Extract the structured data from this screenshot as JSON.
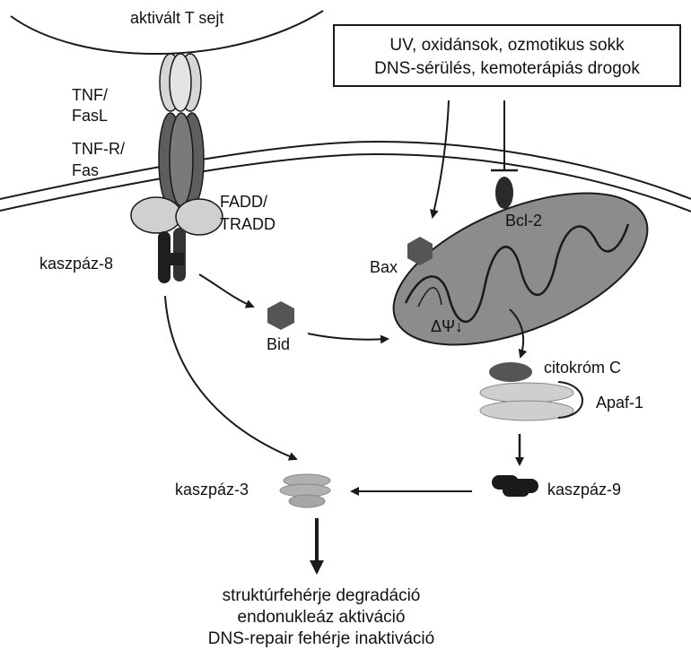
{
  "labels": {
    "t_cell": "aktivált T sejt",
    "stimuli_line1": "UV, oxidánsok, ozmotikus sokk",
    "stimuli_line2": "DNS-sérülés, kemoterápiás drogok",
    "tnf_fasl_1": "TNF/",
    "tnf_fasl_2": "FasL",
    "tnfr_fas_1": "TNF-R/",
    "tnfr_fas_2": "Fas",
    "fadd_tradd_1": "FADD/",
    "fadd_tradd_2": "TRADD",
    "caspase8": "kaszpáz-8",
    "bid": "Bid",
    "bax": "Bax",
    "bcl2": "Bcl-2",
    "delta_psi": "ΔΨ↓",
    "cytochrome_c": "citokróm C",
    "apaf1": "Apaf-1",
    "caspase9": "kaszpáz-9",
    "caspase3": "kaszpáz-3",
    "outcome_1": "struktúrfehérje degradáció",
    "outcome_2": "endonukleáz aktiváció",
    "outcome_3": "DNS-repair fehérje inaktiváció"
  },
  "colors": {
    "background": "#ffffff",
    "line": "#1a1a1a",
    "ligand": "#d6d6d6",
    "receptor": "#6e6e6e",
    "adaptor": "#d0d0d0",
    "caspase8": "#1e1e1e",
    "mitochondrion": "#8c8c8c",
    "bid_bax": "#555555",
    "cytochrome": "#555555",
    "apaf": "#cfcfcf",
    "caspase9": "#1a1a1a",
    "caspase3": "#b0b0b0"
  }
}
